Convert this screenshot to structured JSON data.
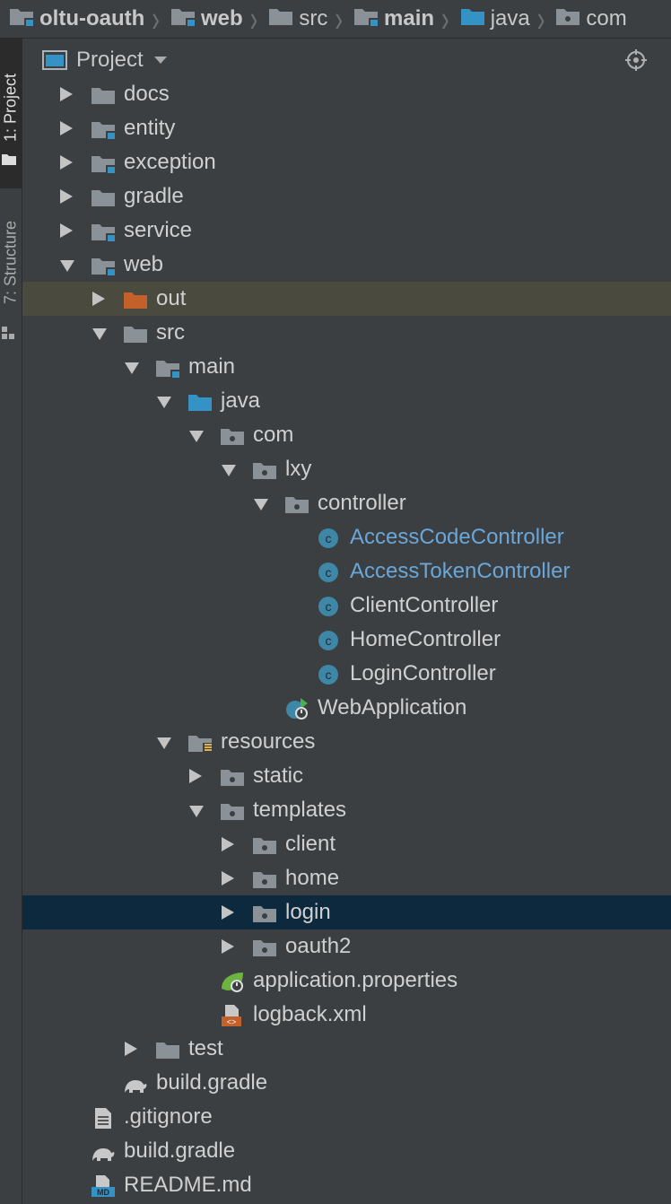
{
  "breadcrumb": [
    {
      "label": "oltu-oauth",
      "icon": "module-folder-icon",
      "bold": true
    },
    {
      "label": "web",
      "icon": "module-folder-icon",
      "bold": true
    },
    {
      "label": "src",
      "icon": "folder-icon",
      "bold": false
    },
    {
      "label": "main",
      "icon": "module-folder-icon",
      "bold": true
    },
    {
      "label": "java",
      "icon": "source-folder-icon",
      "bold": false
    },
    {
      "label": "com",
      "icon": "package-icon",
      "bold": false
    }
  ],
  "tool_strip": {
    "project_tab": "1: Project",
    "structure_tab": "7: Structure"
  },
  "panel": {
    "title": "Project"
  },
  "tree": [
    {
      "label": "docs",
      "depth": 1,
      "state": "collapsed",
      "icon": "folder-icon"
    },
    {
      "label": "entity",
      "depth": 1,
      "state": "collapsed",
      "icon": "module-folder-icon"
    },
    {
      "label": "exception",
      "depth": 1,
      "state": "collapsed",
      "icon": "module-folder-icon"
    },
    {
      "label": "gradle",
      "depth": 1,
      "state": "collapsed",
      "icon": "folder-icon"
    },
    {
      "label": "service",
      "depth": 1,
      "state": "collapsed",
      "icon": "module-folder-icon"
    },
    {
      "label": "web",
      "depth": 1,
      "state": "expanded",
      "icon": "module-folder-icon"
    },
    {
      "label": "out",
      "depth": 2,
      "state": "collapsed",
      "icon": "excluded-folder-icon",
      "hover": true
    },
    {
      "label": "src",
      "depth": 2,
      "state": "expanded",
      "icon": "folder-icon"
    },
    {
      "label": "main",
      "depth": 3,
      "state": "expanded",
      "icon": "module-folder-icon"
    },
    {
      "label": "java",
      "depth": 4,
      "state": "expanded",
      "icon": "source-folder-icon"
    },
    {
      "label": "com",
      "depth": 5,
      "state": "expanded",
      "icon": "package-icon"
    },
    {
      "label": "lxy",
      "depth": 6,
      "state": "expanded",
      "icon": "package-icon"
    },
    {
      "label": "controller",
      "depth": 7,
      "state": "expanded",
      "icon": "package-icon"
    },
    {
      "label": "AccessCodeController",
      "depth": 8,
      "state": "leaf",
      "icon": "class-icon",
      "modified": true
    },
    {
      "label": "AccessTokenController",
      "depth": 8,
      "state": "leaf",
      "icon": "class-icon",
      "modified": true
    },
    {
      "label": "ClientController",
      "depth": 8,
      "state": "leaf",
      "icon": "class-icon"
    },
    {
      "label": "HomeController",
      "depth": 8,
      "state": "leaf",
      "icon": "class-icon"
    },
    {
      "label": "LoginController",
      "depth": 8,
      "state": "leaf",
      "icon": "class-icon"
    },
    {
      "label": "WebApplication",
      "depth": 7,
      "state": "leaf",
      "icon": "spring-boot-app-icon"
    },
    {
      "label": "resources",
      "depth": 4,
      "state": "expanded",
      "icon": "resources-folder-icon"
    },
    {
      "label": "static",
      "depth": 5,
      "state": "collapsed",
      "icon": "package-icon"
    },
    {
      "label": "templates",
      "depth": 5,
      "state": "expanded",
      "icon": "package-icon"
    },
    {
      "label": "client",
      "depth": 6,
      "state": "collapsed",
      "icon": "package-icon"
    },
    {
      "label": "home",
      "depth": 6,
      "state": "collapsed",
      "icon": "package-icon"
    },
    {
      "label": "login",
      "depth": 6,
      "state": "collapsed",
      "icon": "package-icon",
      "selected": true
    },
    {
      "label": "oauth2",
      "depth": 6,
      "state": "collapsed",
      "icon": "package-icon"
    },
    {
      "label": "application.properties",
      "depth": 5,
      "state": "leaf",
      "icon": "spring-properties-icon"
    },
    {
      "label": "logback.xml",
      "depth": 5,
      "state": "leaf",
      "icon": "xml-file-icon"
    },
    {
      "label": "test",
      "depth": 3,
      "state": "collapsed",
      "icon": "folder-icon"
    },
    {
      "label": "build.gradle",
      "depth": 2,
      "state": "leaf",
      "icon": "gradle-icon"
    },
    {
      "label": ".gitignore",
      "depth": 1,
      "state": "leaf",
      "icon": "text-file-icon"
    },
    {
      "label": "build.gradle",
      "depth": 1,
      "state": "leaf",
      "icon": "gradle-icon"
    },
    {
      "label": "README.md",
      "depth": 1,
      "state": "leaf",
      "icon": "markdown-file-icon"
    }
  ],
  "colors": {
    "background": "#3c3f41",
    "selection": "#0d293e",
    "hover": "#4b4a3f",
    "modified_text": "#6aa7d8",
    "folder": "#8a9298",
    "module_marker": "#3592c4",
    "excluded_folder": "#c4612a",
    "class_circle": "#3f87a6"
  }
}
